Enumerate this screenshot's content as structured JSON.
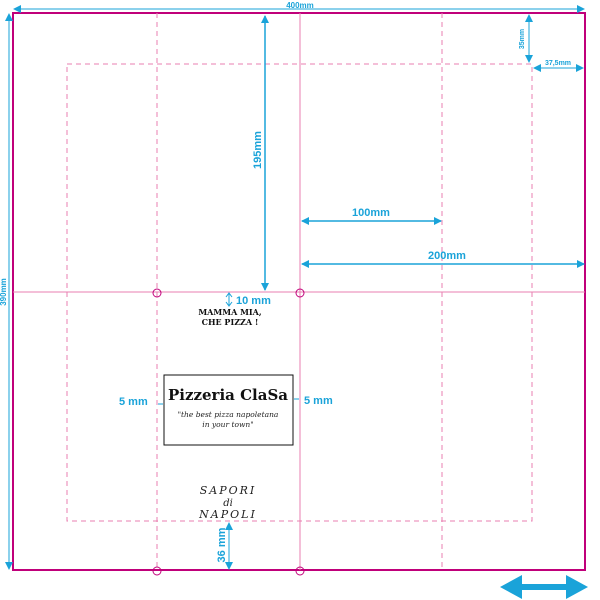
{
  "dimensions": {
    "width": "400mm",
    "height": "390mm",
    "top_offset": "35mm",
    "right_offset": "37,5mm",
    "vertical_center": "195mm",
    "half_panel": "100mm",
    "full_half": "200mm",
    "slogan_gap": "10 mm",
    "logo_left_gap": "5 mm",
    "logo_right_gap": "5 mm",
    "bottom_gap": "36 mm"
  },
  "slogan": {
    "line1": "MAMMA MIA,",
    "line2": "CHE PIZZA !"
  },
  "logo": {
    "title": "Pizzeria ClaSa",
    "tagline_line1": "\"the best pizza napoletana",
    "tagline_line2": "in your town\""
  },
  "signature": {
    "line1": "SAPORI",
    "line2": "di",
    "line3": "NAPOLI"
  },
  "colors": {
    "outline": "#c0007a",
    "guide": "#e87fb0",
    "dimension": "#1aa3d9"
  }
}
